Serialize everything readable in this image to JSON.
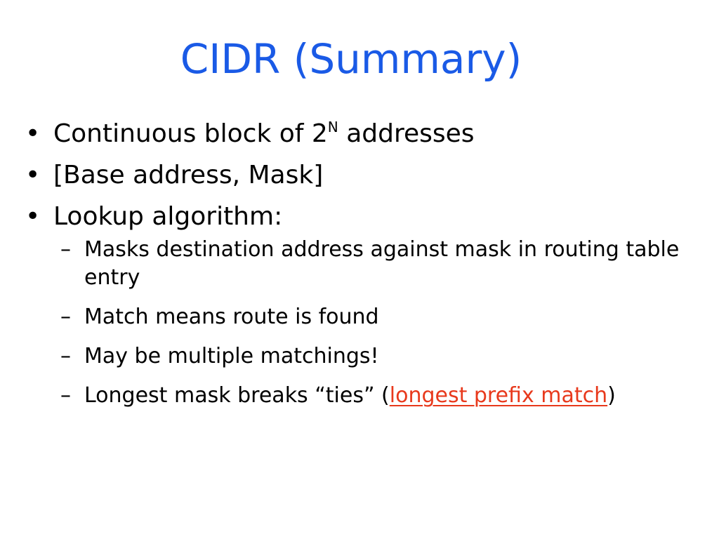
{
  "slide": {
    "title": "CIDR (Summary)",
    "bullet_marker": "•",
    "sub_marker": "–",
    "bullets": [
      {
        "text_before": "Continuous block of 2",
        "superscript": "N",
        "text_after": " addresses"
      },
      {
        "text": "[Base address, Mask]"
      },
      {
        "text": "Lookup algorithm:",
        "sub_bullets": [
          {
            "text": "Masks destination address against mask in routing table entry"
          },
          {
            "text": "Match means route is found"
          },
          {
            "text": "May be multiple matchings!"
          },
          {
            "text_before": "Longest mask breaks “ties” (",
            "link_text": "longest prefix match",
            "text_after": ")"
          }
        ]
      }
    ]
  },
  "colors": {
    "title": "#1a5ae6",
    "body_text": "#000000",
    "link": "#e8391c",
    "background": "#ffffff"
  }
}
